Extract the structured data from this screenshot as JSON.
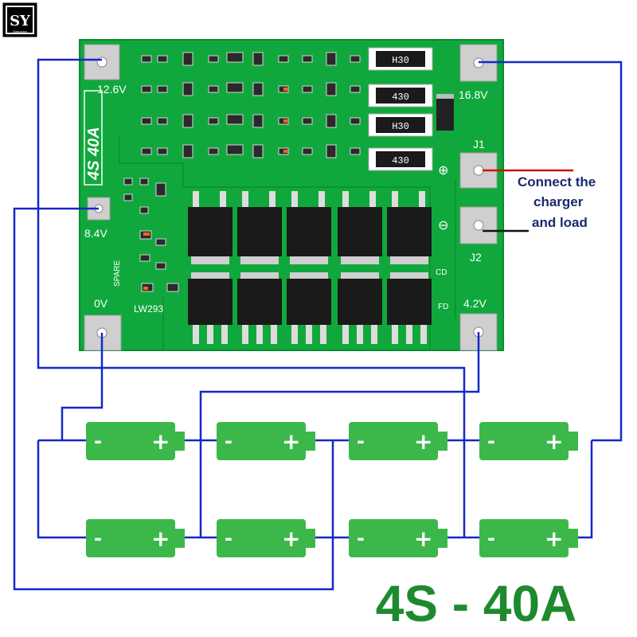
{
  "logo": {
    "text": "SY",
    "subtext": "Shenzhen"
  },
  "board": {
    "model_label": "4S 40A",
    "chip_label": "LW293",
    "spare_label": "SPARE",
    "cd_label": "CD",
    "fd_label": "FD",
    "resistor_code": "430",
    "resistor_code_flipped": "H30",
    "pads": {
      "v12_6": "12.6V",
      "v8_4": "8.4V",
      "v0": "0V",
      "v16_8": "16.8V",
      "v4_2": "4.2V",
      "j1": "J1",
      "j2": "J2"
    },
    "plus_symbol": "⊕",
    "minus_symbol": "⊖"
  },
  "callout": {
    "line1": "Connect the",
    "line2": "charger",
    "line3": "and load"
  },
  "battery": {
    "minus": "-",
    "plus": "+"
  },
  "title": "4S - 40A",
  "colors": {
    "pcb": "#10a83c",
    "pcb_dark": "#0a8a2e",
    "battery": "#3cb84a",
    "wire": "#1428c8",
    "title": "#1e8a2e",
    "callout_text": "#1a2a6c",
    "callout_red": "#d01010"
  }
}
